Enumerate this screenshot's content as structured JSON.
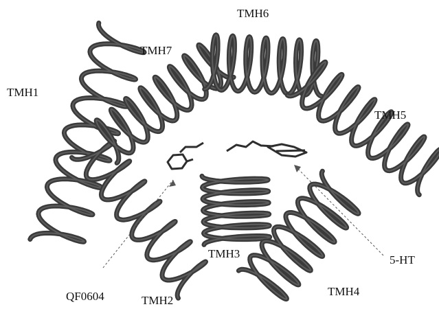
{
  "figure": {
    "helices": {
      "tmh1": "TMH1",
      "tmh2": "TMH2",
      "tmh3": "TMH3",
      "tmh4": "TMH4",
      "tmh5": "TMH5",
      "tmh6": "TMH6",
      "tmh7": "TMH7"
    },
    "ligands": {
      "agonist": "5-HT",
      "antagonist": "QF0604"
    },
    "colors": {
      "helix": "#3a3a3a",
      "helix_highlight": "#5c5c5c",
      "ligand": "#2e2e2e",
      "pointer": "#555555",
      "background": "#ffffff"
    }
  }
}
